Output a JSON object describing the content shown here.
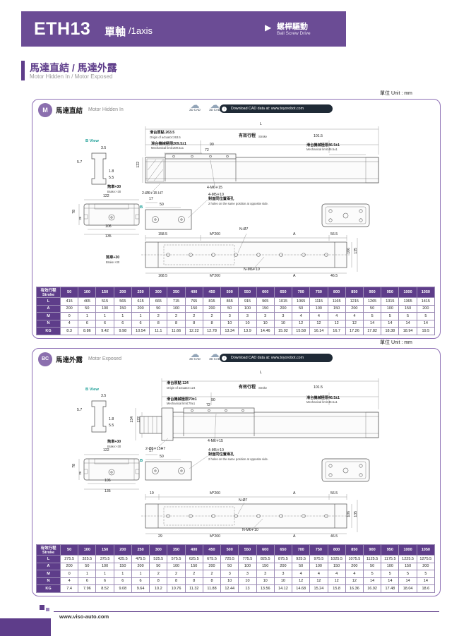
{
  "header": {
    "model": "ETH13",
    "axis_cn": "單軸",
    "axis_en": "/1axis",
    "arrow": "▶",
    "drive_cn": "螺桿驅動",
    "drive_en": "Ball Screw Drive"
  },
  "intro": {
    "title_cn": "馬達直結 / 馬達外露",
    "title_en": "Motor Hidden In / Motor Exposed"
  },
  "common": {
    "unit": "單位 Unit : mm",
    "cloud": "☁",
    "cad2d": "2D CAD",
    "cad3d": "3D CAD",
    "dl_icon": "↓",
    "download": "Download CAD data at: www.toyorobot.com"
  },
  "footer": {
    "url": "www.viso-auto.com"
  },
  "m": {
    "badge": "M",
    "title_cn": "馬達直結",
    "title_en": "Motor Hidden In",
    "d": {
      "L": "L",
      "origin_cn": "滑台原點 263.5",
      "origin_en": "Origin of actuator:263.5",
      "stroke_cn": "有效行程",
      "stroke_en": "Stroke",
      "n1015": "101.5",
      "mechl_cn": "滑台機械極限209.5±1",
      "mechl_en": "Mechanical limit:209.5±1",
      "n90": "90",
      "n72": "72",
      "mechr_cn": "滑台機械極限46.5±1",
      "mechr_en": "Mechanical limit:46.5±1",
      "bview": "B View",
      "b_marker": "B",
      "n35": "3.5",
      "n57": "5.7",
      "n18": "1.8",
      "n55": "5.5",
      "v122": "122",
      "brake_cn": "煞車+30",
      "brake_en": "Brake:+30",
      "holes_d6": "2-Ø6∓15 H7",
      "holes_m6": "4-M6∓15",
      "cs_122": "122",
      "cs_78": "78",
      "cs_28": "28",
      "cs_106": "106",
      "cs_135": "135",
      "n17": "17",
      "n50": "50",
      "m5_a": "4-M5∓10",
      "m5_b": "對面同位置兩孔",
      "m5_c": "2 holes on the same position at opposite side.",
      "bv_t1": "158.5",
      "bv_m200": "M*200",
      "bv_no7": "N-Ø7",
      "bv_A": "A",
      "bv_565": "56.5",
      "bv_106": "106",
      "bv_135": "135",
      "bb_brake_cn": "煞車+30",
      "bb_brake_en": "Brake:+30",
      "bv_b1": "168.5",
      "bv_m200b": "M*200",
      "bv_nm6": "N-M6∓10",
      "bv_Ab": "A",
      "bv_465": "46.5"
    },
    "table": {
      "corner_cn": "有效行程",
      "corner_en": "Stroke",
      "strokes": [
        "50",
        "100",
        "150",
        "200",
        "250",
        "300",
        "350",
        "400",
        "450",
        "500",
        "550",
        "600",
        "650",
        "700",
        "750",
        "800",
        "850",
        "900",
        "950",
        "1000",
        "1050"
      ],
      "rows": [
        {
          "label": "L",
          "values": [
            "415",
            "465",
            "515",
            "565",
            "615",
            "665",
            "715",
            "765",
            "815",
            "865",
            "915",
            "965",
            "1015",
            "1065",
            "1115",
            "1165",
            "1215",
            "1265",
            "1315",
            "1365",
            "1415"
          ]
        },
        {
          "label": "A",
          "values": [
            "200",
            "50",
            "100",
            "150",
            "200",
            "50",
            "100",
            "150",
            "200",
            "50",
            "100",
            "150",
            "200",
            "50",
            "100",
            "150",
            "200",
            "50",
            "100",
            "150",
            "200"
          ]
        },
        {
          "label": "M",
          "values": [
            "0",
            "1",
            "1",
            "1",
            "1",
            "2",
            "2",
            "2",
            "2",
            "3",
            "3",
            "3",
            "3",
            "4",
            "4",
            "4",
            "4",
            "5",
            "5",
            "5",
            "5"
          ]
        },
        {
          "label": "N",
          "values": [
            "4",
            "6",
            "6",
            "6",
            "6",
            "8",
            "8",
            "8",
            "8",
            "10",
            "10",
            "10",
            "10",
            "12",
            "12",
            "12",
            "12",
            "14",
            "14",
            "14",
            "14"
          ]
        },
        {
          "label": "KG",
          "values": [
            "8.3",
            "8.86",
            "9.42",
            "9.98",
            "10.54",
            "11.1",
            "11.66",
            "12.22",
            "12.78",
            "13.34",
            "13.9",
            "14.46",
            "15.02",
            "15.58",
            "16.14",
            "16.7",
            "17.26",
            "17.82",
            "18.38",
            "18.94",
            "19.5"
          ]
        }
      ]
    }
  },
  "bc": {
    "badge": "BC",
    "title_cn": "馬達外露",
    "title_en": "Motor Exposed",
    "d": {
      "L": "L",
      "origin_cn": "滑台原點 124",
      "origin_en": "Origin of actuator:124",
      "stroke_cn": "有效行程",
      "stroke_en": "Stroke",
      "n1015": "101.5",
      "mechl_cn": "滑台機械極限70±1",
      "mechl_en": "Mechanical limit:70±1",
      "n90": "90",
      "n72": "72",
      "mechr_cn": "滑台機械極限46.5±1",
      "mechr_en": "Mechanical limit:46.5±1",
      "bview": "B View",
      "b_marker": "B",
      "n35": "3.5",
      "n57": "5.7",
      "n18": "1.8",
      "n55": "5.5",
      "v134": "134",
      "v122": "122",
      "brake_cn": "煞車+30",
      "brake_en": "Brake:+30",
      "holes_d6": "2-Ø6∓15H7",
      "holes_m6": "4-M6∓15",
      "cs_122": "122",
      "cs_78": "78",
      "cs_29": "29",
      "cs_106": "106",
      "cs_135": "135",
      "n17": "17",
      "n50": "50",
      "m5_a": "4-M5∓10",
      "m5_b": "對面同位置兩孔",
      "m5_c": "2 holes on the same position at opposite side.",
      "bv_t1": "19",
      "bv_m200": "M*200",
      "bv_no7": "N-Ø7",
      "bv_A": "A",
      "bv_565": "56.5",
      "bv_106": "106",
      "bv_135": "135",
      "bv_b1": "29",
      "bv_m200b": "M*200",
      "bv_nm6": "N-M6∓10",
      "bv_Ab": "A",
      "bv_465": "46.5"
    },
    "table": {
      "corner_cn": "有效行程",
      "corner_en": "Stroke",
      "strokes": [
        "50",
        "100",
        "150",
        "200",
        "250",
        "300",
        "350",
        "400",
        "450",
        "500",
        "550",
        "600",
        "650",
        "700",
        "750",
        "800",
        "850",
        "900",
        "950",
        "1000",
        "1050"
      ],
      "rows": [
        {
          "label": "L",
          "values": [
            "275.5",
            "325.5",
            "375.5",
            "425.5",
            "475.5",
            "525.5",
            "575.5",
            "625.5",
            "675.5",
            "725.5",
            "775.5",
            "825.5",
            "875.5",
            "925.5",
            "975.5",
            "1025.5",
            "1075.5",
            "1125.5",
            "1175.5",
            "1225.5",
            "1275.5"
          ]
        },
        {
          "label": "A",
          "values": [
            "200",
            "50",
            "100",
            "150",
            "200",
            "50",
            "100",
            "150",
            "200",
            "50",
            "100",
            "150",
            "200",
            "50",
            "100",
            "150",
            "200",
            "50",
            "100",
            "150",
            "200"
          ]
        },
        {
          "label": "M",
          "values": [
            "0",
            "1",
            "1",
            "1",
            "1",
            "2",
            "2",
            "2",
            "2",
            "3",
            "3",
            "3",
            "3",
            "4",
            "4",
            "4",
            "4",
            "5",
            "5",
            "5",
            "5"
          ]
        },
        {
          "label": "N",
          "values": [
            "4",
            "6",
            "6",
            "6",
            "6",
            "8",
            "8",
            "8",
            "8",
            "10",
            "10",
            "10",
            "10",
            "12",
            "12",
            "12",
            "12",
            "14",
            "14",
            "14",
            "14"
          ]
        },
        {
          "label": "KG",
          "values": [
            "7.4",
            "7.96",
            "8.52",
            "9.08",
            "9.64",
            "10.2",
            "10.76",
            "11.32",
            "11.88",
            "12.44",
            "13",
            "13.56",
            "14.12",
            "14.68",
            "15.24",
            "15.8",
            "16.36",
            "16.92",
            "17.48",
            "18.04",
            "18.6"
          ]
        }
      ]
    }
  }
}
